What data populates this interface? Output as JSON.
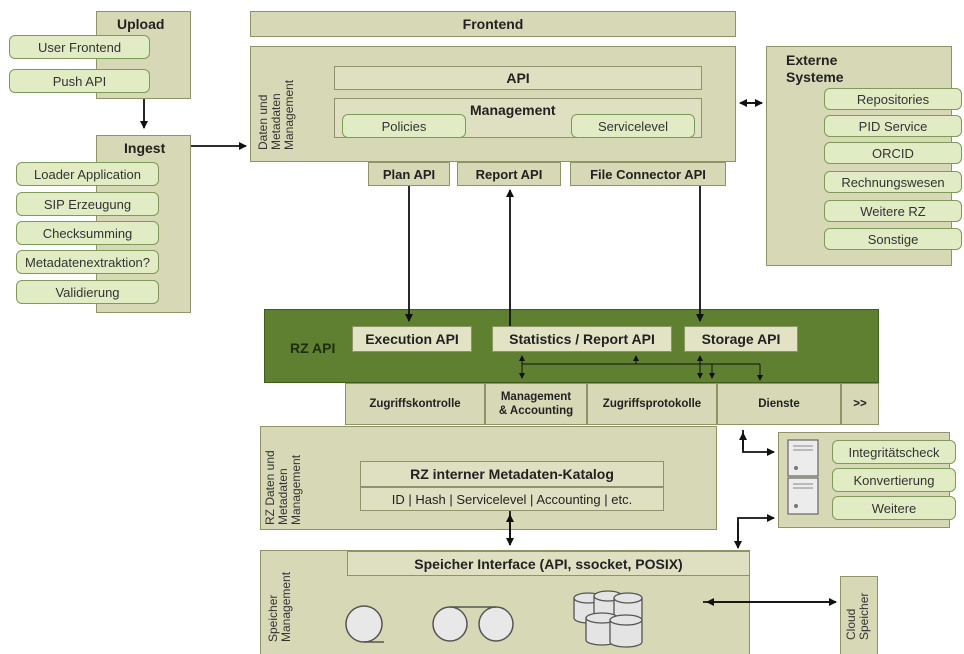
{
  "upload": {
    "title": "Upload",
    "items": [
      "User Frontend",
      "Push API"
    ]
  },
  "ingest": {
    "title": "Ingest",
    "items": [
      "Loader Application",
      "SIP Erzeugung",
      "Checksumming",
      "Metadatenextraktion?",
      "Validierung"
    ]
  },
  "frontend": {
    "title": "Frontend"
  },
  "dmm": {
    "side_label_lines": [
      "Daten und",
      "Metadaten",
      "Management"
    ],
    "api": "API",
    "management": "Management",
    "policies": "Policies",
    "servicelevel": "Servicelevel",
    "plan_api": "Plan API",
    "report_api": "Report API",
    "file_connector_api": "File Connector API"
  },
  "externe": {
    "title_lines": [
      "Externe",
      "Systeme"
    ],
    "items": [
      "Repositories",
      "PID Service",
      "ORCID",
      "Rechnungswesen",
      "Weitere RZ",
      "Sonstige"
    ]
  },
  "rz_api": {
    "label": "RZ API",
    "execution_api": "Execution API",
    "statistics_api": "Statistics  / Report API",
    "storage_api": "Storage API"
  },
  "services_row": {
    "zugriffskontrolle": "Zugriffskontrolle",
    "management_accounting_lines": [
      "Management",
      "& Accounting"
    ],
    "zugriffsprotokolle": "Zugriffsprotokolle",
    "dienste": "Dienste",
    "more": ">>"
  },
  "rz_dmm": {
    "side_label_lines": [
      "RZ Daten und",
      "Metadaten",
      "Management"
    ],
    "catalog_title": "RZ interner Metadaten-Katalog",
    "catalog_fields": "ID | Hash | Servicelevel | Accounting | etc."
  },
  "services_right": {
    "items": [
      "Integritätscheck",
      "Konvertierung",
      "Weitere"
    ]
  },
  "speicher": {
    "side_label_lines": [
      "Speicher",
      "Management"
    ],
    "interface": "Speicher Interface (API, ssocket, POSIX)"
  },
  "cloud": {
    "label_lines": [
      "Cloud",
      "Speicher"
    ]
  },
  "colors": {
    "box": "#d7d9b6",
    "pill": "#e2ecc4",
    "dark_green": "#5f7f31",
    "border": "#8e9468"
  }
}
